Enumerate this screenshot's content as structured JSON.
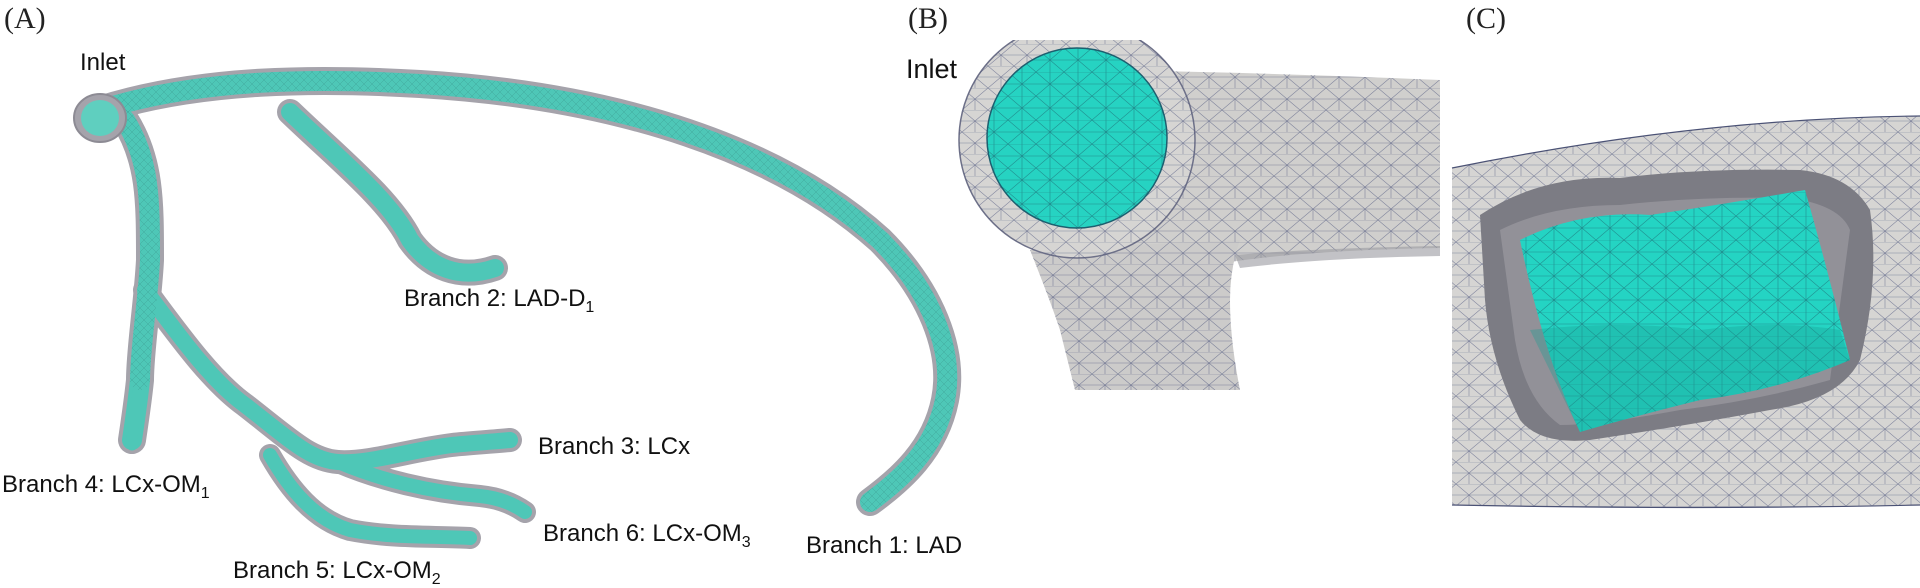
{
  "panels": {
    "a": {
      "label": "(A)",
      "inlet": "Inlet",
      "branches": [
        {
          "name": "Branch 1: LAD",
          "sub": ""
        },
        {
          "name": "Branch 2: LAD-D",
          "sub": "1"
        },
        {
          "name": "Branch 3: LCx",
          "sub": ""
        },
        {
          "name": "Branch 4: LCx-OM",
          "sub": "1"
        },
        {
          "name": "Branch 5: LCx-OM",
          "sub": "2"
        },
        {
          "name": "Branch 6: LCx-OM",
          "sub": "3"
        }
      ]
    },
    "b": {
      "label": "(B)",
      "inlet": "Inlet"
    },
    "c": {
      "label": "(C)"
    }
  },
  "colors": {
    "vessel_fill": "#4ec7b7",
    "vessel_wall": "#9c9aa3",
    "lumen": "#22d6c4",
    "wall_surface": "#d3d2d0",
    "mesh_line": "#2a3560"
  }
}
